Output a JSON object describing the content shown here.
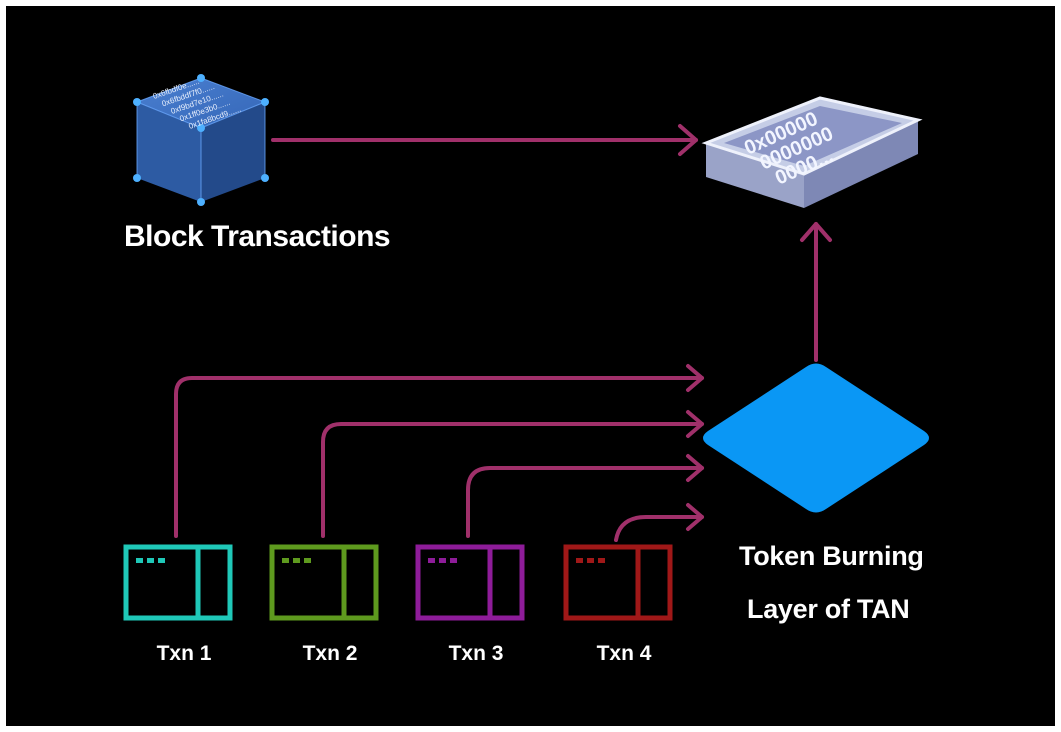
{
  "block": {
    "label": "Block Transactions",
    "hash_lines": [
      "0x6fbdf0e......",
      "0x6fbddf7f0......",
      "0xf9bd7e10......",
      "0x1ff0e3b0......",
      "0x1fa8bcd9......"
    ],
    "color": "#2d5ba3"
  },
  "ledger": {
    "lines": [
      "0x00000",
      "0000000",
      "0000..."
    ]
  },
  "burning_layer": {
    "label_line1": "Token Burning",
    "label_line2": "Layer of TAN",
    "color": "#0a97f5"
  },
  "transactions": [
    {
      "label": "Txn 1",
      "color": "#1fc8b8"
    },
    {
      "label": "Txn 2",
      "color": "#5e9a1e"
    },
    {
      "label": "Txn 3",
      "color": "#8e1c99"
    },
    {
      "label": "Txn 4",
      "color": "#a01818"
    }
  ],
  "colors": {
    "background": "#000000",
    "arrow": "#a0306a"
  }
}
